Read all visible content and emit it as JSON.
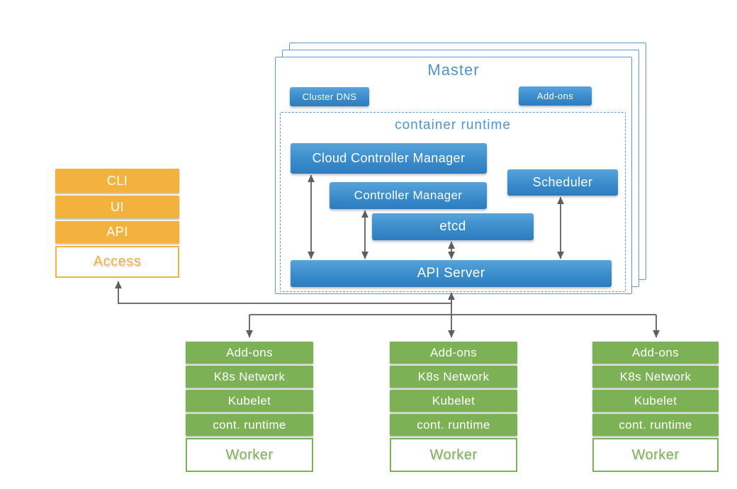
{
  "master": {
    "title": "Master",
    "cluster_dns_label": "Cluster DNS",
    "addons_label": "Add-ons",
    "container_runtime": {
      "title": "container runtime",
      "cloud_controller_manager": "Cloud Controller Manager",
      "controller_manager": "Controller Manager",
      "scheduler": "Scheduler",
      "etcd": "etcd",
      "api_server": "API Server"
    }
  },
  "access_stack": {
    "rows": [
      "CLI",
      "UI",
      "API"
    ],
    "label": "Access"
  },
  "workers": [
    {
      "rows": [
        "Add-ons",
        "K8s Network",
        "Kubelet",
        "cont. runtime"
      ],
      "label": "Worker"
    },
    {
      "rows": [
        "Add-ons",
        "K8s Network",
        "Kubelet",
        "cont. runtime"
      ],
      "label": "Worker"
    },
    {
      "rows": [
        "Add-ons",
        "K8s Network",
        "Kubelet",
        "cont. runtime"
      ],
      "label": "Worker"
    }
  ],
  "colors": {
    "blue_gradient_top": "#58a3da",
    "blue_gradient_bottom": "#2d7cc0",
    "master_border": "#5b9bd5",
    "blue_title_text": "#4a96d2",
    "orange_fill": "#f2b23d",
    "orange_text": "#f0b040",
    "green_fill": "#7cb156",
    "green_text": "#7cb156",
    "arrow_gray": "#5e5e5e"
  }
}
